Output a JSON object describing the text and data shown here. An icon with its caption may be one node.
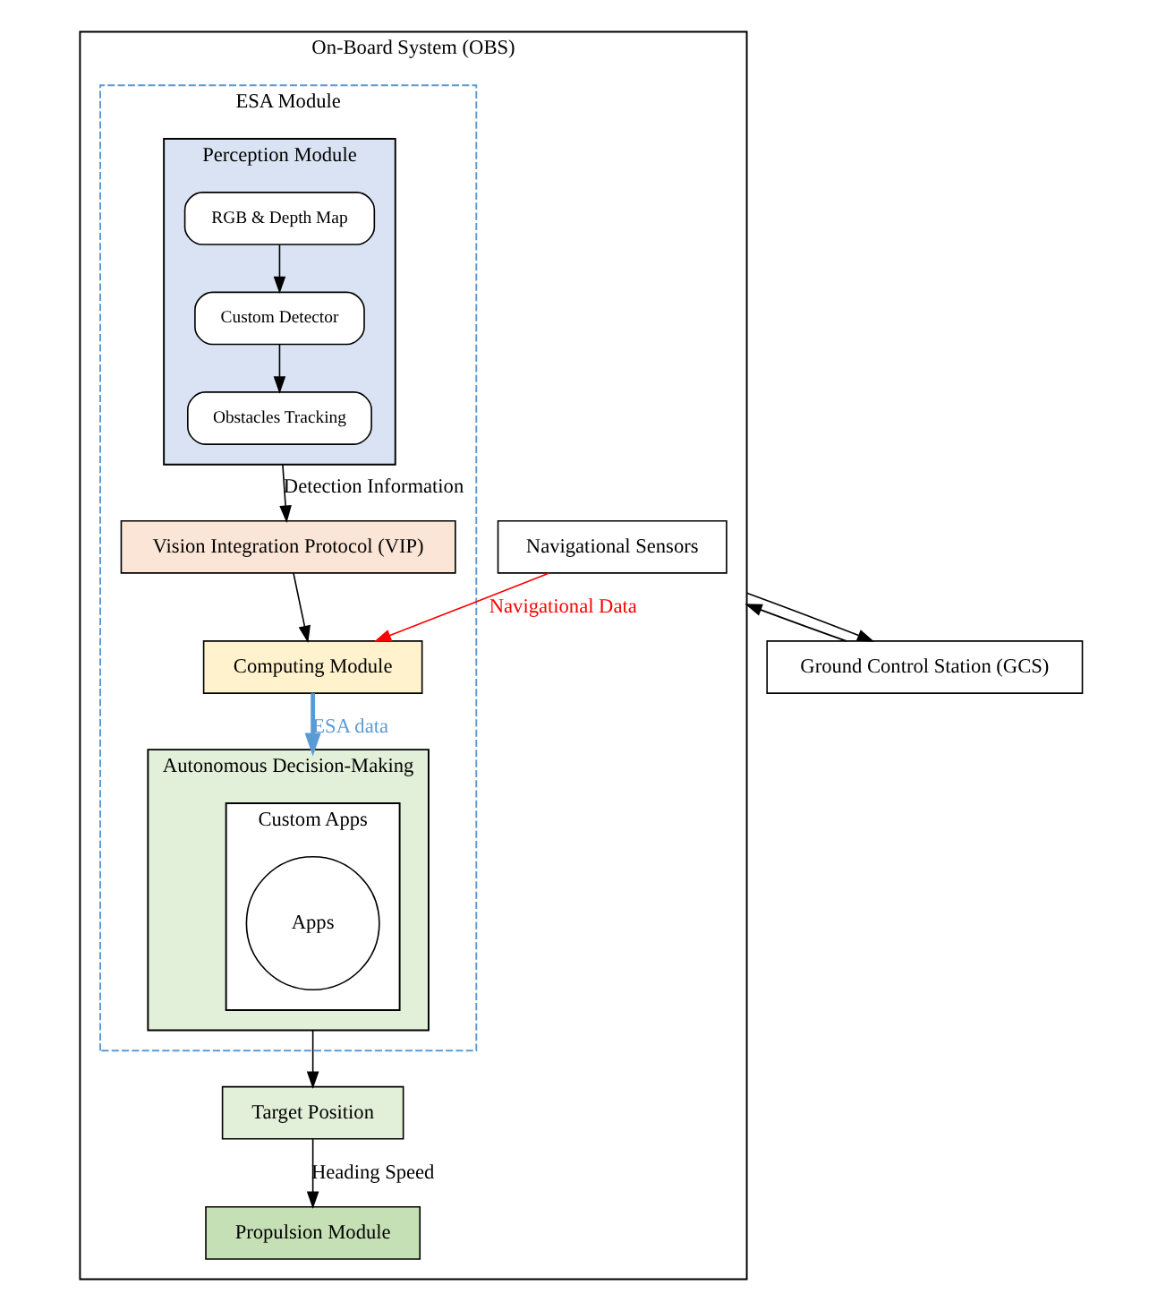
{
  "diagram": {
    "nodes": [
      {
        "text": [
          "On-Board System (OBS)"
        ]
      },
      {
        "text": [
          "ESA Module"
        ],
        "in": 0
      },
      {
        "text": [
          "Perception Module"
        ],
        "in": 1
      },
      {
        "text": [
          "RGB & Depth Map"
        ],
        "in": 2
      },
      {
        "text": [
          "Custom Detector"
        ],
        "in": 2
      },
      {
        "text": [
          "Obstacles Tracking"
        ],
        "in": 2
      },
      {
        "text": [
          "Vision Integration Protocol (VIP)"
        ],
        "in": 1
      },
      {
        "text": [
          "Computing Module"
        ],
        "in": 1
      },
      {
        "text": [
          "Autonomous Decision-Making"
        ],
        "in": 1
      },
      {
        "text": [
          "Custom Apps"
        ],
        "in": 8
      },
      {
        "text": [
          "Apps"
        ],
        "in": 9
      },
      {
        "text": [
          "Target Position"
        ],
        "in": 0
      },
      {
        "text": [
          "Propulsion Module"
        ],
        "in": 0
      },
      {
        "text": [
          "Navigational Sensors"
        ],
        "in": 0
      },
      {
        "text": [
          "Ground Control Station (GCS)"
        ]
      }
    ],
    "edges": [
      {
        "from": 3,
        "to": 4,
        "arrow": "to"
      },
      {
        "from": 4,
        "to": 5,
        "arrow": "to"
      },
      {
        "from": 2,
        "to": 6,
        "arrow": "to",
        "label": "Detection Information"
      },
      {
        "from": 6,
        "to": 7,
        "arrow": "to"
      },
      {
        "from": 7,
        "to": 8,
        "arrow": "to",
        "label": "ESA data",
        "style": "thick",
        "color": "#5b9bd5"
      },
      {
        "from": 8,
        "to": 11,
        "arrow": "to"
      },
      {
        "from": 11,
        "to": 12,
        "arrow": "to",
        "label": "Heading Speed"
      },
      {
        "from": 13,
        "to": 7,
        "arrow": "to",
        "label": "Navigational Data",
        "color": "#ff0000"
      },
      {
        "from": 14,
        "to": 0,
        "arrow": "to"
      },
      {
        "from": 0,
        "to": 14,
        "arrow": "to"
      }
    ]
  }
}
